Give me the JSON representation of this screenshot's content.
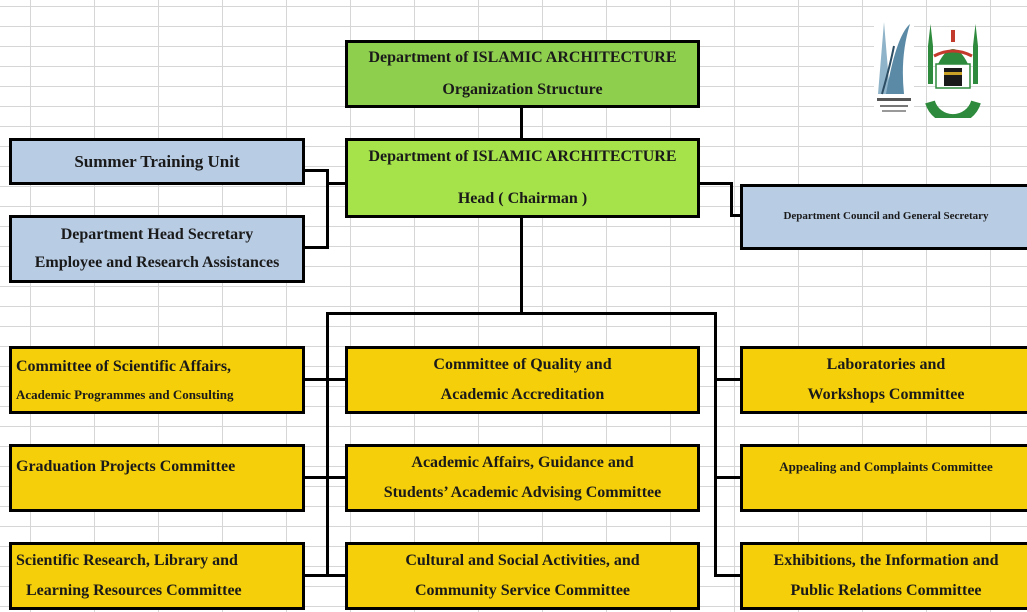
{
  "title_box": {
    "line1": "Department of ISLAMIC ARCHITECTURE",
    "line2": "Organization Structure"
  },
  "head_box": {
    "line1": "Department of ISLAMIC ARCHITECTURE",
    "line2": "Head ( Chairman )"
  },
  "left_units": {
    "summer": "Summer Training Unit",
    "secretary_line1": "Department Head Secretary",
    "secretary_line2": "Employee and Research Assistances"
  },
  "right_unit": "Department Council and General Secretary",
  "committees": {
    "left": [
      {
        "line1": "Committee of Scientific Affairs,",
        "line2": "Academic Programmes and Consulting"
      },
      {
        "line1": "Graduation Projects Committee",
        "line2": ""
      },
      {
        "line1": "Scientific Research, Library and",
        "line2": "Learning Resources Committee"
      }
    ],
    "middle": [
      {
        "line1": "Committee of Quality and",
        "line2": "Academic Accreditation"
      },
      {
        "line1": "Academic Affairs, Guidance and",
        "line2": "Students’ Academic Advising Committee"
      },
      {
        "line1": "Cultural and Social Activities, and",
        "line2": "Community Service Committee"
      }
    ],
    "right": [
      {
        "line1": "Laboratories and",
        "line2": "Workshops Committee"
      },
      {
        "line1": "Appealing and Complaints Committee",
        "line2": ""
      },
      {
        "line1": "Exhibitions, the Information and",
        "line2": "Public Relations Committee"
      }
    ]
  },
  "colors": {
    "committee": "#f5cf0a",
    "unit": "#b8cce4",
    "title": "#8fcf4e",
    "head": "#a6e34a"
  },
  "logos": [
    "department-logo",
    "university-logo"
  ]
}
